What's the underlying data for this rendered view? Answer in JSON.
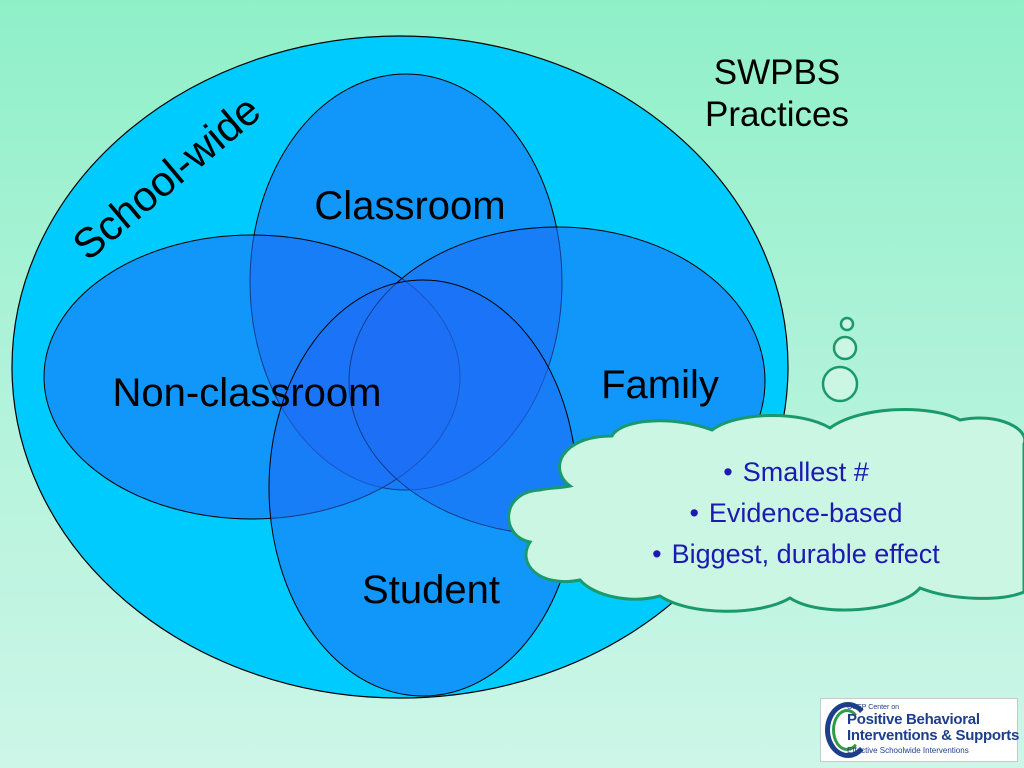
{
  "title_lines": [
    "SWPBS",
    "Practices"
  ],
  "venn": {
    "outer_label": "School-wide",
    "sets": [
      "Classroom",
      "Non-classroom",
      "Family",
      "Student"
    ]
  },
  "callout_items": [
    "Smallest #",
    "Evidence-based",
    "Biggest, durable effect"
  ],
  "logo": {
    "small": "OSEP Center on",
    "line1": "Positive Behavioral",
    "line2": "Interventions & Supports",
    "tagline": "Effective Schoolwide Interventions"
  },
  "colors": {
    "outer_fill": "#00cbff",
    "set_fill": "#1f6cf5",
    "cloud_fill": "#ccf6e4",
    "cloud_stroke": "#1a9a6c",
    "callout_text": "#1c1ab0"
  }
}
